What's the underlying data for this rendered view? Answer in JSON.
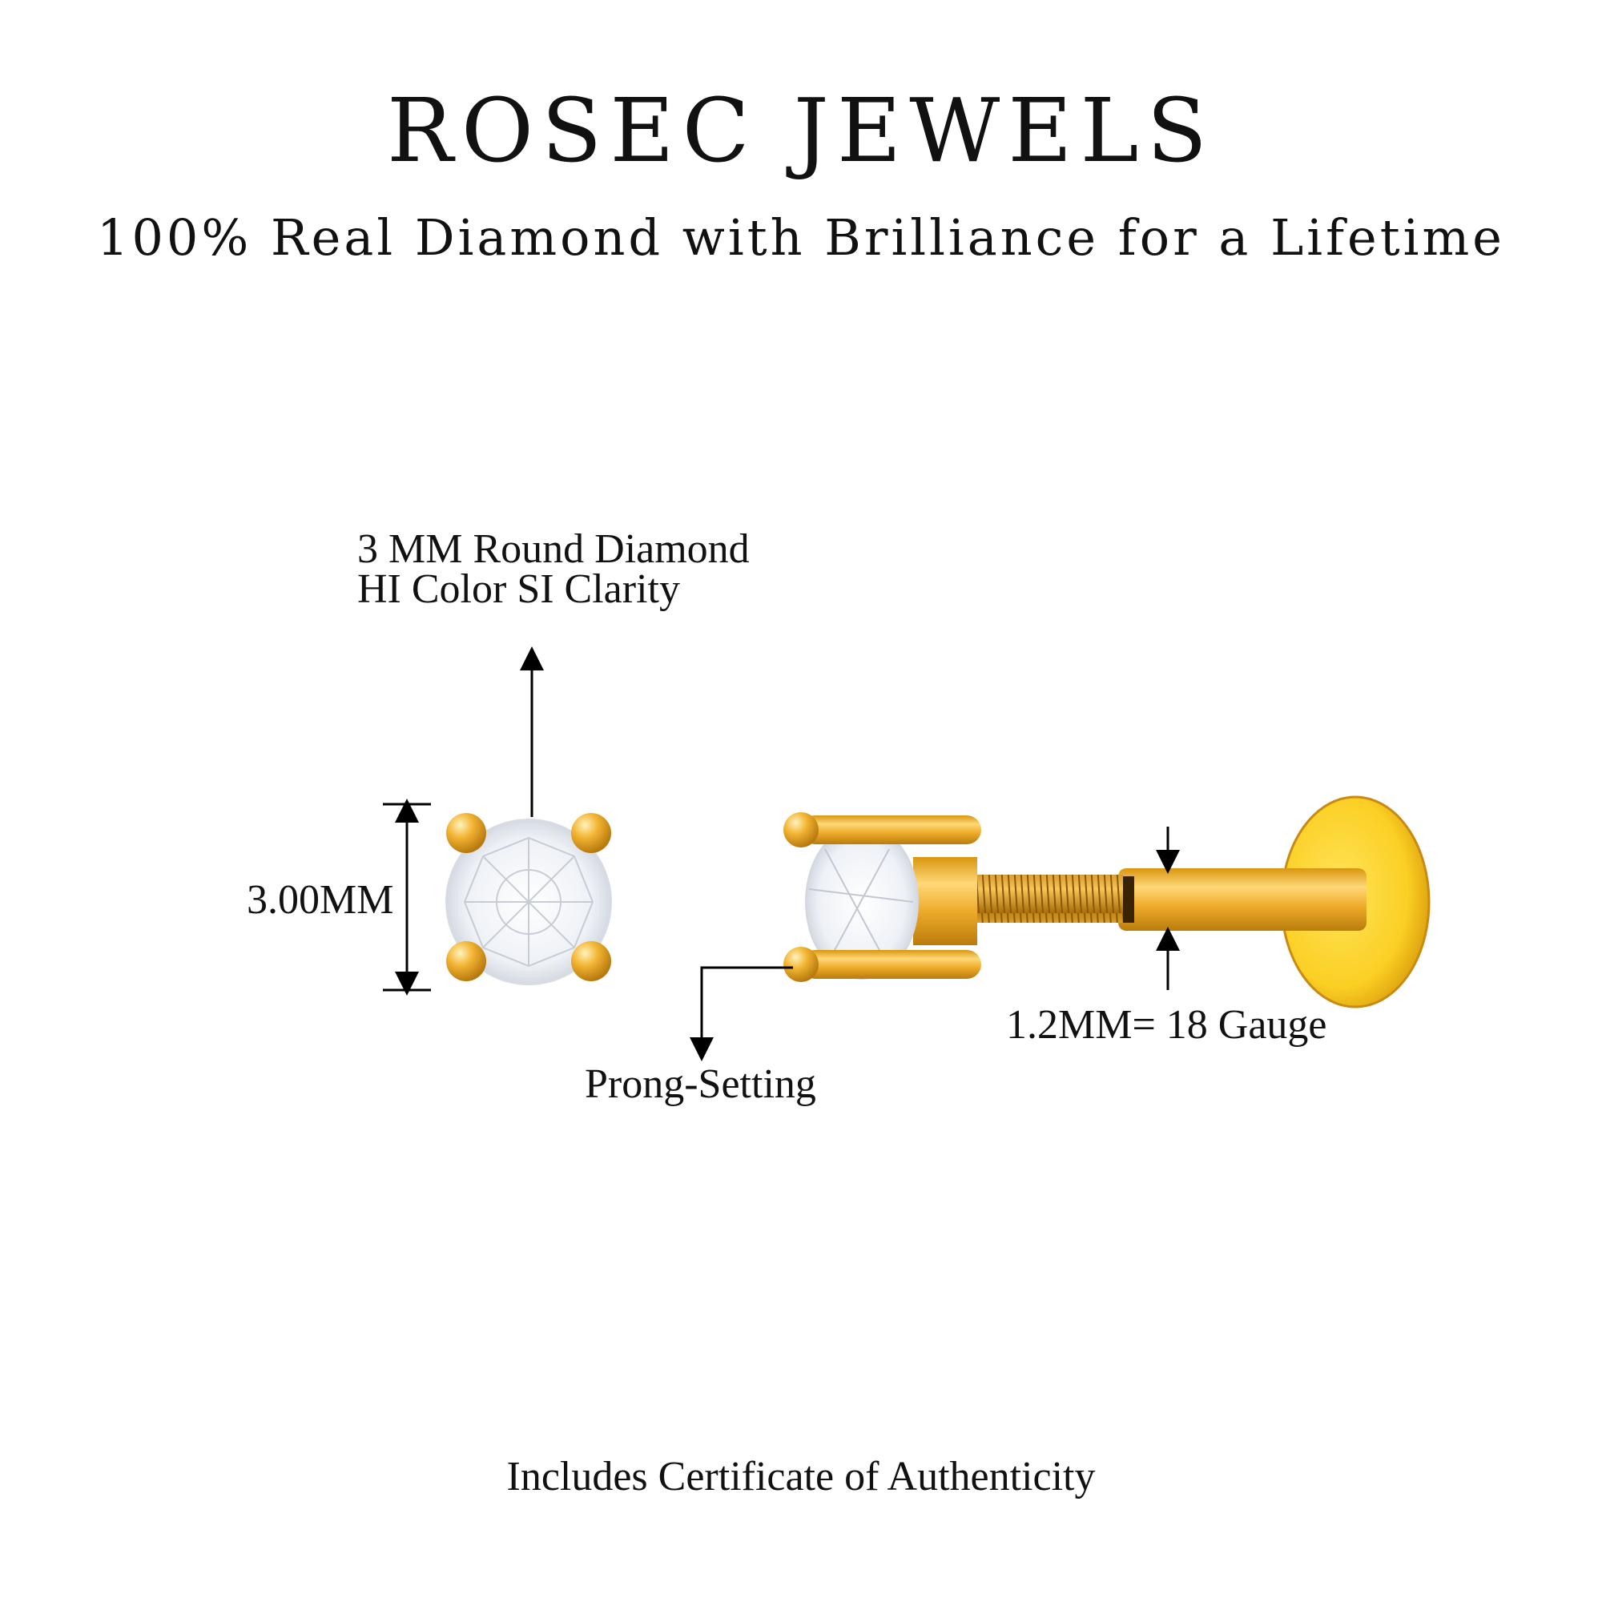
{
  "header": {
    "brand": "ROSEC JEWELS",
    "tagline": "100% Real Diamond with Brilliance for a Lifetime"
  },
  "annotations": {
    "diamond_line1": "3 MM Round Diamond",
    "diamond_line2": "HI Color SI Clarity",
    "size": "3.00MM",
    "setting": "Prong-Setting",
    "gauge": "1.2MM= 18 Gauge"
  },
  "footer": {
    "text": "Includes Certificate of Authenticity"
  },
  "colors": {
    "gold": "#f2b233",
    "gold_dark": "#c98a12",
    "gold_light": "#ffe08a",
    "diamond": "#f4f6fa",
    "text": "#111111"
  }
}
